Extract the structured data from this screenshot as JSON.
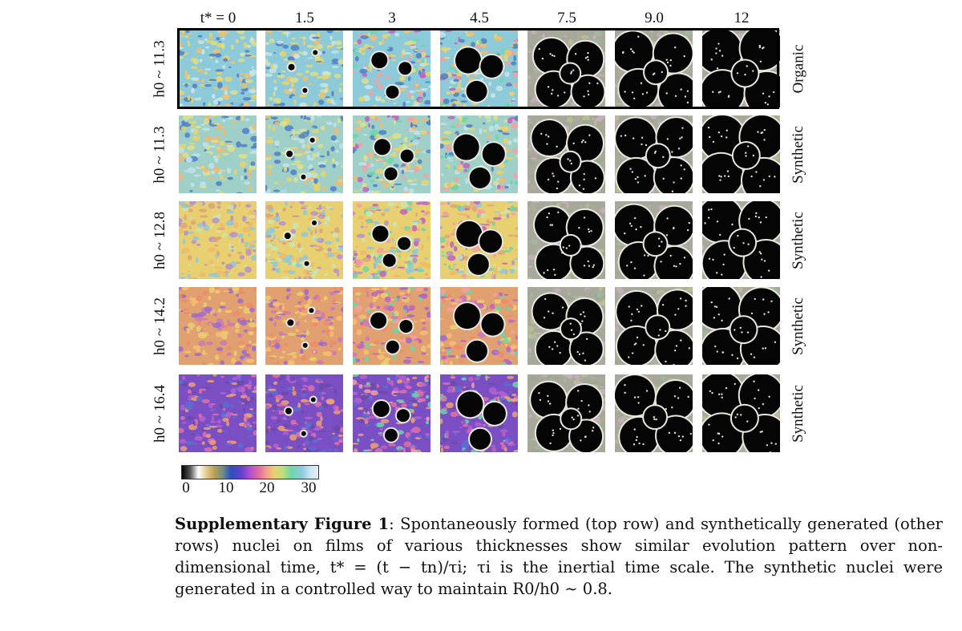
{
  "figure": {
    "time_labels": [
      "t* = 0",
      "1.5",
      "3",
      "4.5",
      "7.5",
      "9.0",
      "12"
    ],
    "rows": [
      {
        "thickness": "h0 ~ 11.3",
        "type": "Organic"
      },
      {
        "thickness": "h0 ~ 11.3",
        "type": "Synthetic"
      },
      {
        "thickness": "h0 ~ 12.8",
        "type": "Synthetic"
      },
      {
        "thickness": "h0 ~ 14.2",
        "type": "Synthetic"
      },
      {
        "thickness": "h0 ~ 16.4",
        "type": "Synthetic"
      }
    ],
    "colorbar": {
      "ticks": [
        "0",
        "10",
        "20",
        "30"
      ]
    }
  },
  "caption": {
    "label": "Supplementary Figure 1",
    "text": ": Spontaneously formed (top row) and synthetically generated (other rows) nuclei on films of various thicknesses show similar evolution pattern over non-dimensional time, t* = (t − tn)/τi; τi is the inertial time scale. The synthetic nuclei were generated in a controlled way to maintain R0/h0 ∼ 0.8."
  }
}
